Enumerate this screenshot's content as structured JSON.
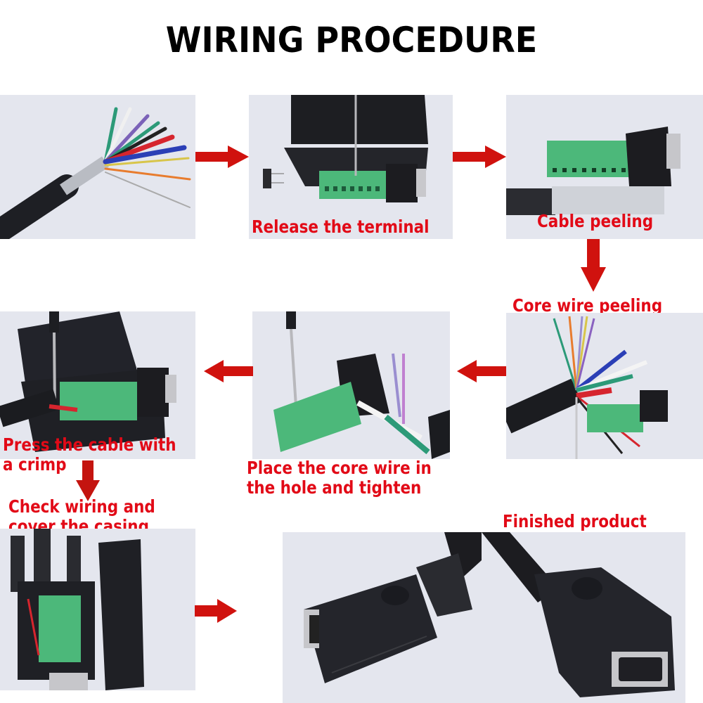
{
  "title": "WIRING PROCEDURE",
  "accent_color": "#e20a17",
  "arrow_color": "#d0120e",
  "steps": [
    {
      "id": "raw-cable",
      "caption": ""
    },
    {
      "id": "release-terminal",
      "caption": "Release the terminal"
    },
    {
      "id": "cable-peeling",
      "caption": "Cable peeling"
    },
    {
      "id": "core-wire-peeling",
      "caption": "Core wire peeling"
    },
    {
      "id": "place-core-wire",
      "caption_line1": "Place the core wire in",
      "caption_line2": "the hole and tighten"
    },
    {
      "id": "press-cable",
      "caption_line1": "Press the cable with",
      "caption_line2": "a crimp"
    },
    {
      "id": "check-wiring",
      "caption_line1": "Check wiring and",
      "caption_line2": "cover the casing"
    },
    {
      "id": "finished-product",
      "caption": "Finished product"
    }
  ],
  "arrows": [
    {
      "from": "raw-cable",
      "to": "release-terminal",
      "direction": "right"
    },
    {
      "from": "release-terminal",
      "to": "cable-peeling",
      "direction": "right"
    },
    {
      "from": "cable-peeling",
      "to": "core-wire-peeling",
      "direction": "down"
    },
    {
      "from": "core-wire-peeling",
      "to": "place-core-wire",
      "direction": "left"
    },
    {
      "from": "place-core-wire",
      "to": "press-cable",
      "direction": "left"
    },
    {
      "from": "press-cable",
      "to": "check-wiring",
      "direction": "down"
    },
    {
      "from": "check-wiring",
      "to": "finished-product",
      "direction": "right"
    }
  ],
  "icons": {
    "cable": "stripped-cable-photo",
    "connector": "db-connector-photo",
    "terminal": "terminal-block-photo",
    "screwdriver": "screwdriver-photo"
  }
}
